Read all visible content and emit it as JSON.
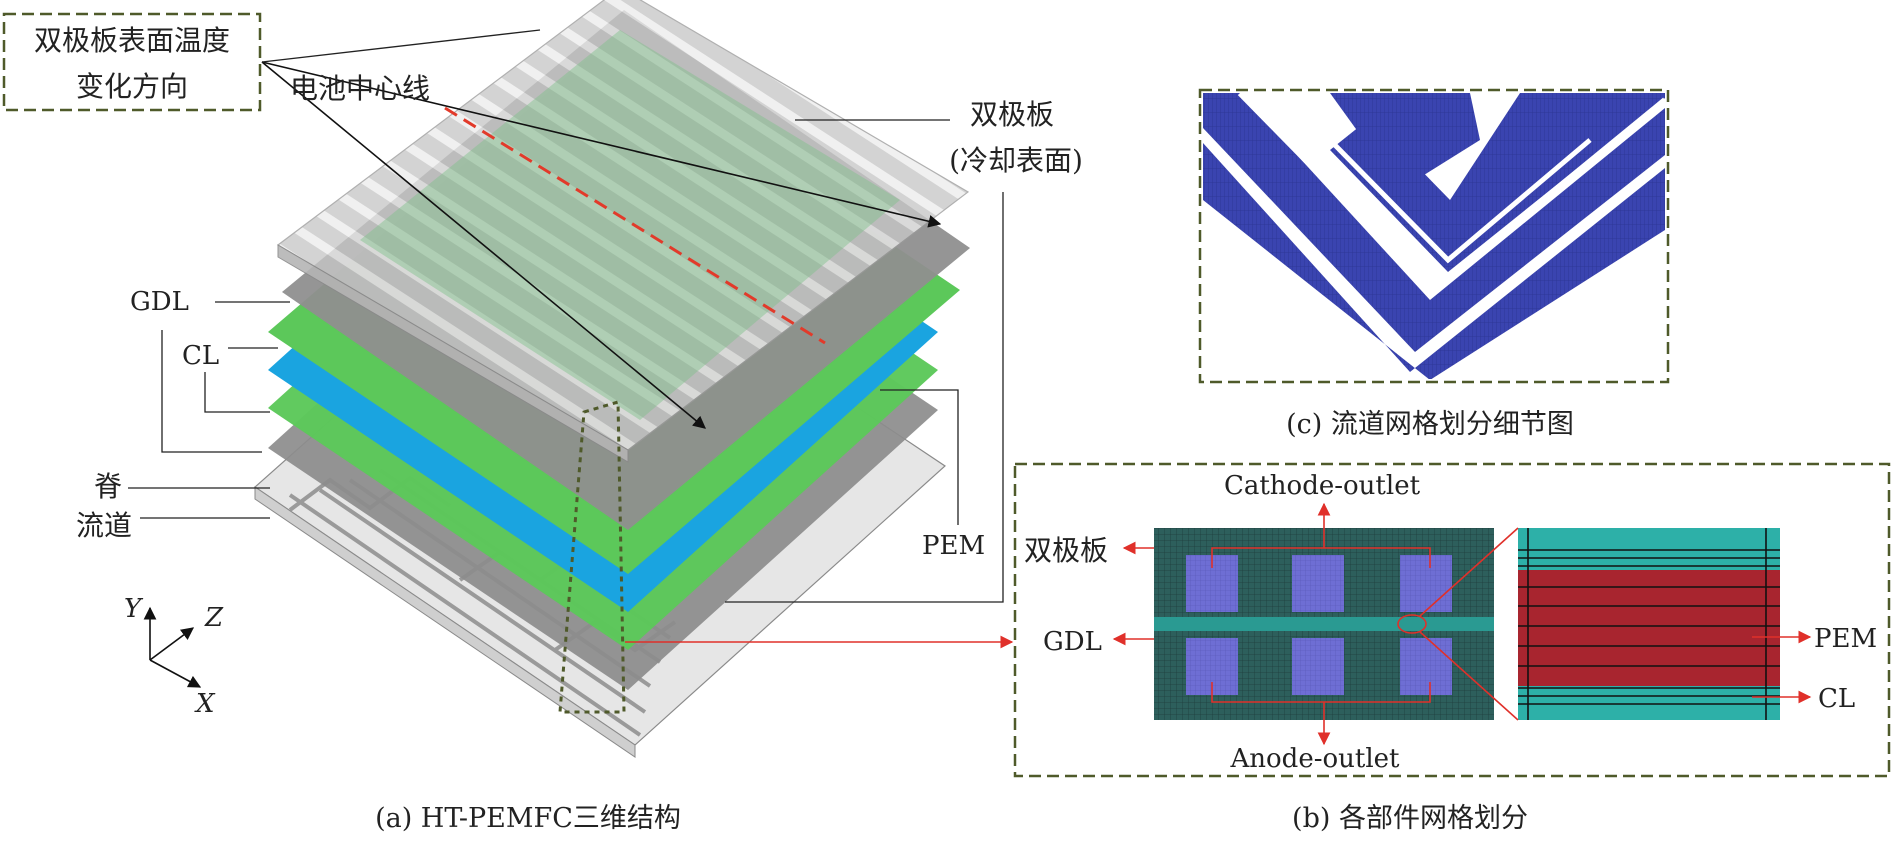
{
  "panel_a": {
    "direction_box": {
      "line1": "双极板表面温度",
      "line2": "变化方向"
    },
    "center_line": "电池中心线",
    "bipolar_plate": {
      "line1": "双极板",
      "line2": "(冷却表面)"
    },
    "labels": {
      "gdl": "GDL",
      "cl": "CL",
      "ridge": "脊",
      "channel": "流道",
      "pem": "PEM"
    },
    "axes": {
      "y": "Y",
      "z": "Z",
      "x": "X"
    },
    "caption": "(a) HT-PEMFC三维结构"
  },
  "panel_b": {
    "cathode_outlet": "Cathode-outlet",
    "anode_outlet": "Anode-outlet",
    "bipolar_plate": "双极板",
    "gdl": "GDL",
    "pem": "PEM",
    "cl": "CL",
    "caption": "(b) 各部件网格划分"
  },
  "panel_c": {
    "caption": "(c) 流道网格划分细节图"
  },
  "colors": {
    "plate_gray": "#bdbdbd",
    "layer_green": "#5cc85a",
    "layer_blue": "#1aa4e0",
    "mesh_teal": "#2a9a92",
    "mesh_dark": "#244a4a",
    "mesh_block": "#6a6ad0",
    "pem_red": "#b02a36",
    "channel_blue": "#3a44b0",
    "dashed_box": "#4f5a2a",
    "arrow_red": "#e0302a"
  }
}
